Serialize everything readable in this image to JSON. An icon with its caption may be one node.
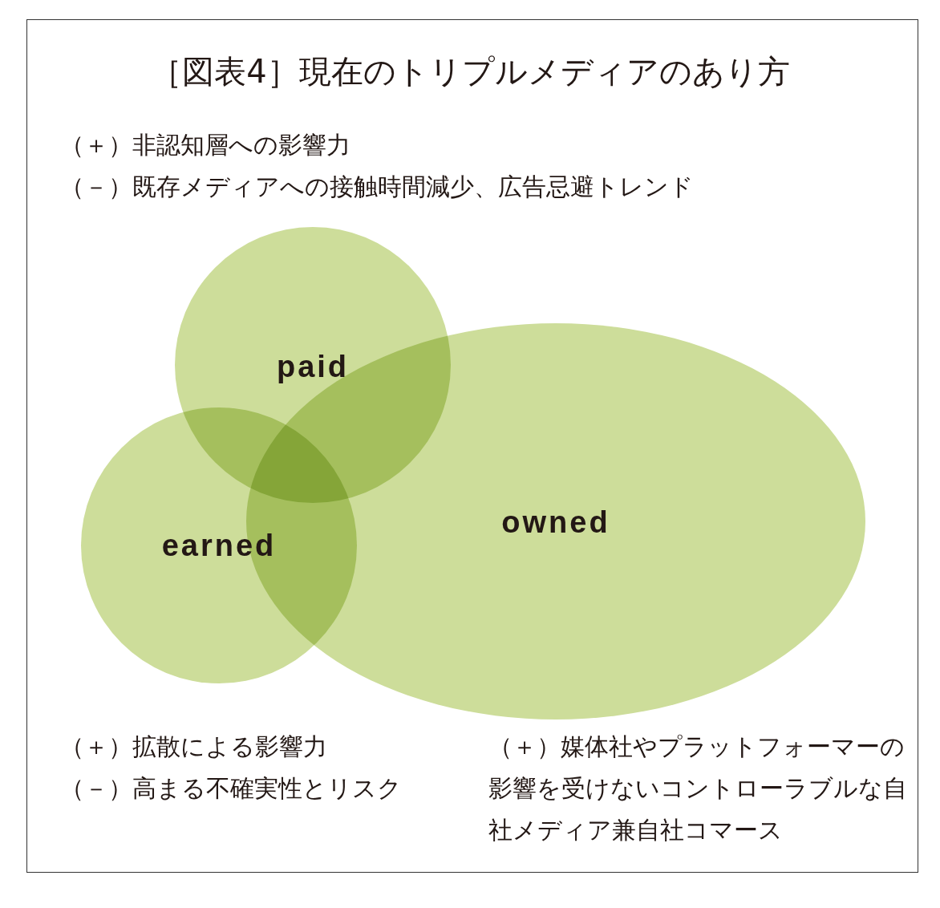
{
  "diagram": {
    "title": "［図表4］現在のトリプルメディアのあり方",
    "nodes": [
      {
        "text": [
          "paid"
        ],
        "beside": [
          "（＋）非認知層への影響力",
          "（－）既存メディアへの接触時間減少、広告忌避トレンド"
        ]
      },
      {
        "text": [
          "earned"
        ],
        "beside": [
          "（＋）拡散による影響力",
          "（－）高まる不確実性とリスク"
        ]
      },
      {
        "text": [
          "owned"
        ],
        "beside": [
          "（＋）媒体社やプラットフォーマーの影響を受けないコントローラブルな自社メディア兼自社コマース"
        ]
      }
    ],
    "edges": []
  }
}
